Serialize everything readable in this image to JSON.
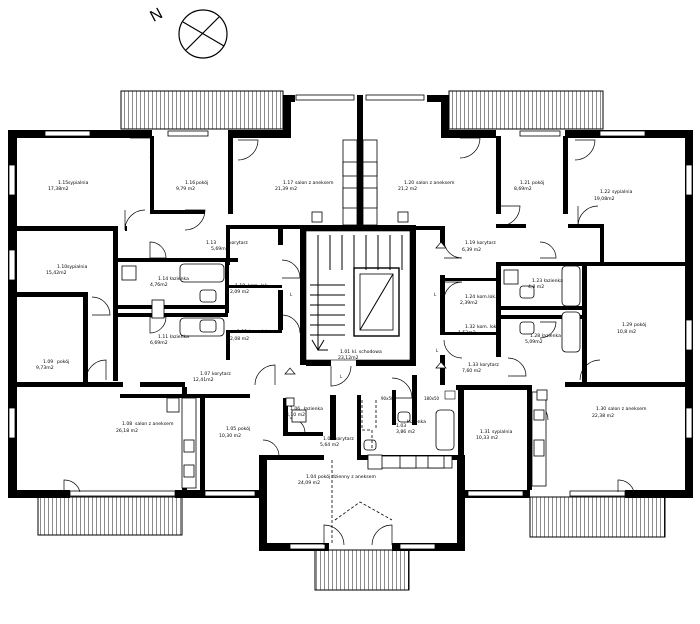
{
  "north": {
    "label": "N"
  },
  "rooms": [
    {
      "id": "r1",
      "number": "1.15",
      "name": "sypialnia",
      "area": "17,38m2"
    },
    {
      "id": "r2",
      "number": "1.16",
      "name": "pokój",
      "area": "9,79 m2"
    },
    {
      "id": "r3",
      "number": "1.17",
      "name": "salon z aneksem",
      "area": "21,39 m2"
    },
    {
      "id": "r4",
      "number": "1.20",
      "name": "salon z aneksem",
      "area": "21,2 m2"
    },
    {
      "id": "r5",
      "number": "1.21",
      "name": "pokój",
      "area": "8,69m2"
    },
    {
      "id": "r6",
      "number": "1.22",
      "name": "sypialnia",
      "area": "19,08m2"
    },
    {
      "id": "r7",
      "number": "1.10",
      "name": "sypialnia",
      "area": "15,42m2"
    },
    {
      "id": "r8",
      "number": "1.13",
      "name": "korytarz",
      "area": "5,69m2"
    },
    {
      "id": "r9",
      "number": "1.19",
      "name": "korytarz",
      "area": "6,39 m2"
    },
    {
      "id": "r10",
      "number": "1.14",
      "name": "łazienka",
      "area": "4,76m2"
    },
    {
      "id": "r11",
      "number": "1.18",
      "name": "kom. lok.",
      "area": "2,09 m2"
    },
    {
      "id": "r12",
      "number": "1.23",
      "name": "łazienka",
      "area": "4,8 m2"
    },
    {
      "id": "r13",
      "number": "1.24",
      "name": "kom.lok.",
      "area": "2,39m2"
    },
    {
      "id": "r14",
      "number": "1.09",
      "name": "pokój",
      "area": "9,73m2"
    },
    {
      "id": "r15",
      "number": "1.11",
      "name": "łazienka",
      "area": "6,69m2"
    },
    {
      "id": "r16",
      "number": "1.12",
      "name": "kom. lok.",
      "area": "2,08 m2"
    },
    {
      "id": "r17",
      "number": "1.32",
      "name": "kom. lok.",
      "area": "1,53m2"
    },
    {
      "id": "r18",
      "number": "1.28",
      "name": "łazienka",
      "area": "5,09m2"
    },
    {
      "id": "r19",
      "number": "1.29",
      "name": "pokój",
      "area": "10,8 m2"
    },
    {
      "id": "r20",
      "number": "1.01",
      "name": "kl. schodowa",
      "area": "23,12m2"
    },
    {
      "id": "r21",
      "number": "1.07",
      "name": "korytarz",
      "area": "12,41m2"
    },
    {
      "id": "r22",
      "number": "1.33",
      "name": "korytarz",
      "area": "7,60 m2"
    },
    {
      "id": "r23",
      "number": "1.08",
      "name": "salon z aneksem",
      "area": "26,18 m2"
    },
    {
      "id": "r24",
      "number": "1.05",
      "name": "pokój",
      "area": "10,30 m2"
    },
    {
      "id": "r25",
      "number": "1.06",
      "name": "łazienka",
      "area": "4,10 m2"
    },
    {
      "id": "r26",
      "number": "1.02",
      "name": "korytarz",
      "area": "5,64 m2"
    },
    {
      "id": "r27",
      "number": "1.03",
      "name": "łazienka",
      "area": "3,86 m2"
    },
    {
      "id": "r28",
      "number": "1.31",
      "name": "sypialnia",
      "area": "10,33 m2"
    },
    {
      "id": "r29",
      "number": "1.30",
      "name": "salon z aneksem",
      "area": "22,38 m2"
    },
    {
      "id": "r30",
      "number": "1.04",
      "name": "pokój dzienny z aneksem",
      "area": "24,09 m2"
    }
  ],
  "openings": {
    "o1": "90x50",
    "o2": "180x50"
  },
  "tags": {
    "t1": "L",
    "t2": "L",
    "t3": "L",
    "t4": "L"
  }
}
